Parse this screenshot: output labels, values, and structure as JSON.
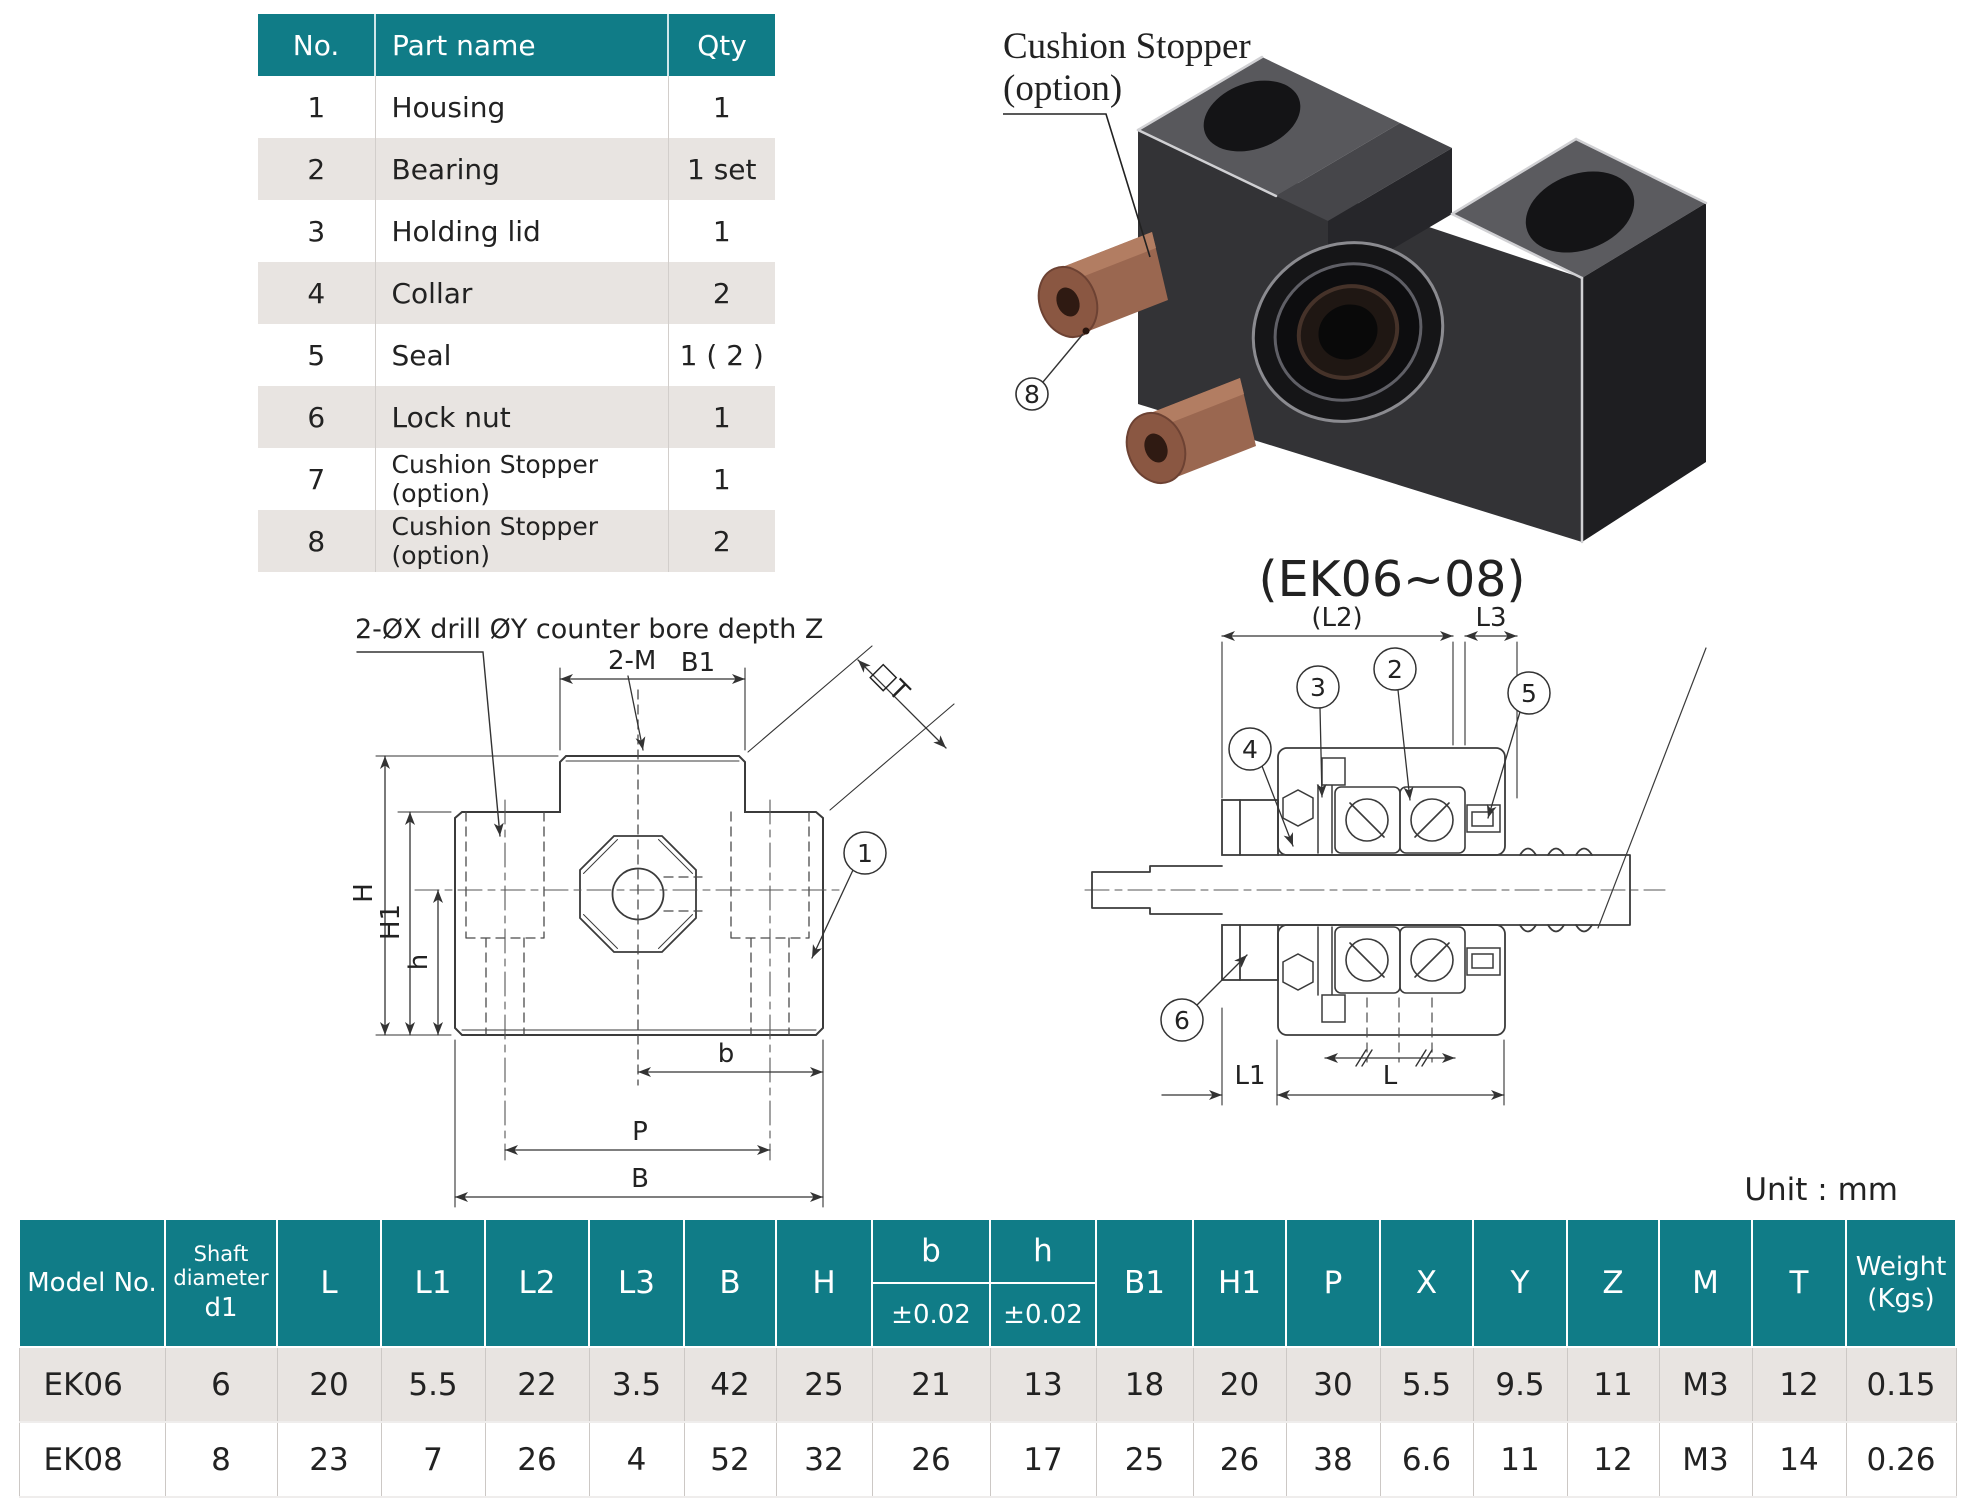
{
  "parts_table": {
    "headers": [
      "No.",
      "Part name",
      "Qty"
    ],
    "rows": [
      {
        "no": "1",
        "name": "Housing",
        "qty": "1"
      },
      {
        "no": "2",
        "name": "Bearing",
        "qty": "1 set"
      },
      {
        "no": "3",
        "name": "Holding lid",
        "qty": "1"
      },
      {
        "no": "4",
        "name": "Collar",
        "qty": "2"
      },
      {
        "no": "5",
        "name": "Seal",
        "qty": "1 ( 2 )"
      },
      {
        "no": "6",
        "name": "Lock nut",
        "qty": "1"
      },
      {
        "no": "7",
        "name": "Cushion Stopper (option)",
        "qty": "1"
      },
      {
        "no": "8",
        "name": "Cushion Stopper (option)",
        "qty": "2"
      }
    ]
  },
  "render_3d": {
    "label_line1": "Cushion Stopper",
    "label_line2": "(option)",
    "callout_8": "8"
  },
  "model_title": "(EK06~08)",
  "front_view": {
    "note": "2-ØX drill ØY counter bore depth Z",
    "dim_m": "2-M",
    "dim_b1": "B1",
    "dim_t": "□T",
    "dim_H": "H",
    "dim_H1": "H1",
    "dim_h": "h",
    "dim_b": "b",
    "dim_P": "P",
    "dim_B": "B",
    "callout_1": "1"
  },
  "side_view": {
    "dim_l2": "(L2)",
    "dim_l3": "L3",
    "dim_l1": "L1",
    "dim_l": "L",
    "callout_2": "2",
    "callout_3": "3",
    "callout_4": "4",
    "callout_5": "5",
    "callout_6": "6"
  },
  "unit_label": "Unit : mm",
  "spec_table": {
    "header": {
      "model": "Model No.",
      "shaft": [
        "Shaft",
        "diameter",
        "d1"
      ],
      "cols": [
        "L",
        "L1",
        "L2",
        "L3",
        "B",
        "H"
      ],
      "b": "b",
      "b_tol": "±0.02",
      "h": "h",
      "h_tol": "±0.02",
      "cols2": [
        "B1",
        "H1",
        "P",
        "X",
        "Y",
        "Z",
        "M",
        "T"
      ],
      "weight": [
        "Weight",
        "(Kgs)"
      ]
    },
    "rows": [
      {
        "model": "EK06",
        "values": [
          "6",
          "20",
          "5.5",
          "22",
          "3.5",
          "42",
          "25",
          "21",
          "13",
          "18",
          "20",
          "30",
          "5.5",
          "9.5",
          "11",
          "M3",
          "12",
          "0.15"
        ]
      },
      {
        "model": "EK08",
        "values": [
          "8",
          "23",
          "7",
          "26",
          "4",
          "52",
          "32",
          "26",
          "17",
          "25",
          "26",
          "38",
          "6.6",
          "11",
          "12",
          "M3",
          "14",
          "0.26"
        ]
      }
    ]
  },
  "colors": {
    "teal": "#107c87",
    "row_alt": "#e8e4e1"
  }
}
